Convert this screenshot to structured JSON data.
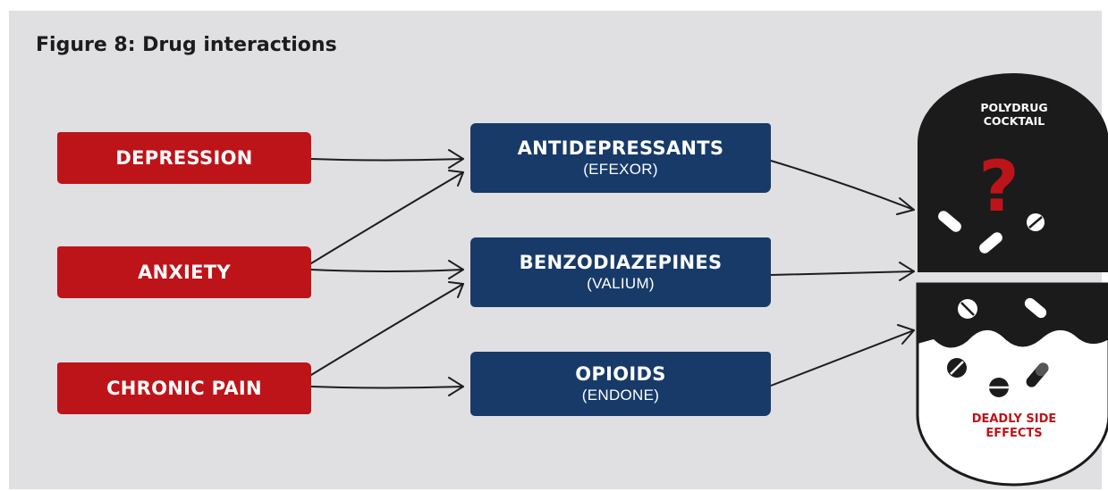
{
  "title": "Figure 8: Drug interactions",
  "conditions": [
    {
      "label": "DEPRESSION"
    },
    {
      "label": "ANXIETY"
    },
    {
      "label": "CHRONIC PAIN"
    }
  ],
  "drugs": [
    {
      "name": "ANTIDEPRESSANTS",
      "example": "(EFEXOR)"
    },
    {
      "name": "BENZODIAZEPINES",
      "example": "(VALIUM)"
    },
    {
      "name": "OPIOIDS",
      "example": "(ENDONE)"
    }
  ],
  "capsule": {
    "top_label": "POLYDRUG COCKTAIL",
    "symbol": "?",
    "bottom_label": "DEADLY SIDE EFFECTS"
  },
  "colors": {
    "condition": "#bd141a",
    "drug": "#173a69",
    "background": "#e0e0e2",
    "capsule_top": "#1b1b1b",
    "alert": "#bd141a"
  }
}
